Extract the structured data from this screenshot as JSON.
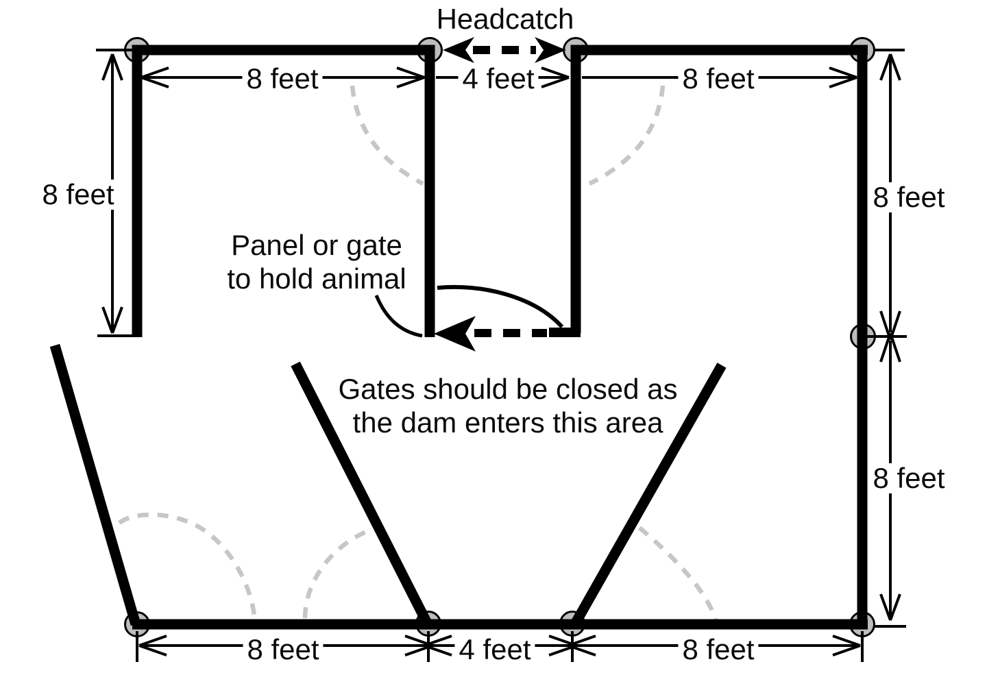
{
  "labels": {
    "headcatch": "Headcatch",
    "panel_note_line1": "Panel or gate",
    "panel_note_line2": "to hold animal",
    "gates_note_line1": "Gates should be closed as",
    "gates_note_line2": "the dam enters this area"
  },
  "dimensions": {
    "top_left": "8 feet",
    "top_mid": "4 feet",
    "top_right": "8 feet",
    "left_side": "8 feet",
    "right_upper": "8 feet",
    "right_lower": "8 feet",
    "bottom_left": "8 feet",
    "bottom_mid": "4 feet",
    "bottom_right": "8 feet"
  },
  "colors": {
    "line": "#000000",
    "post_fill": "#bdbdbd",
    "post_stroke": "#000000",
    "swing_arc": "#c6c6c6",
    "background": "#ffffff"
  }
}
